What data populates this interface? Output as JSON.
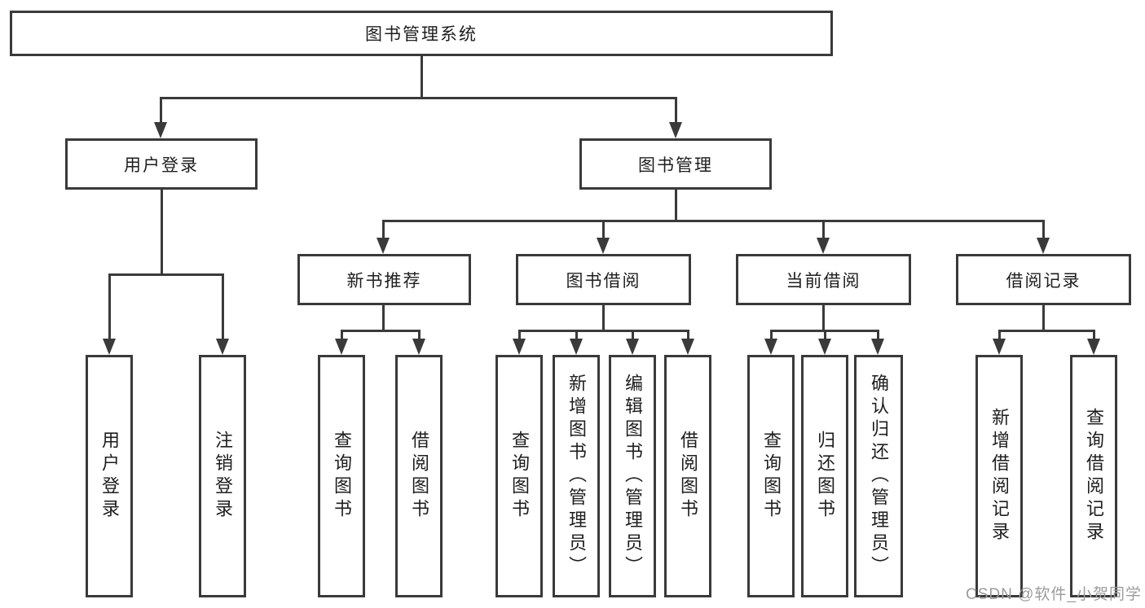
{
  "tree": {
    "root": {
      "label": "图书管理系统"
    },
    "children": [
      {
        "label": "用户登录",
        "children": [
          {
            "label": "用户登录"
          },
          {
            "label": "注销登录"
          }
        ]
      },
      {
        "label": "图书管理",
        "children": [
          {
            "label": "新书推荐",
            "children": [
              {
                "label": "查询图书"
              },
              {
                "label": "借阅图书"
              }
            ]
          },
          {
            "label": "图书借阅",
            "children": [
              {
                "label": "查询图书"
              },
              {
                "label": "新增图书（管理员）"
              },
              {
                "label": "编辑图书（管理员）"
              },
              {
                "label": "借阅图书"
              }
            ]
          },
          {
            "label": "当前借阅",
            "children": [
              {
                "label": "查询图书"
              },
              {
                "label": "归还图书"
              },
              {
                "label": "确认归还（管理员）"
              }
            ]
          },
          {
            "label": "借阅记录",
            "children": [
              {
                "label": "新增借阅记录"
              },
              {
                "label": "查询借阅记录"
              }
            ]
          }
        ]
      }
    ]
  },
  "watermark": {
    "text": "CSDN @软件_小贺同学"
  },
  "colors": {
    "line": "#3a3a3a",
    "text": "#1e1e1e",
    "background": "#ffffff",
    "watermark": "#9c9c9c"
  }
}
